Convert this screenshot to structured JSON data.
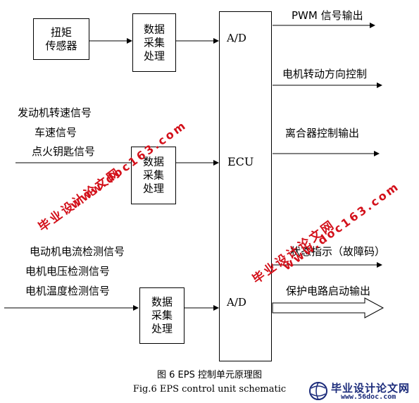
{
  "diagram": {
    "torque_sensor": "扭矩\n传感器",
    "data_processing_1": "数据\n采集\n处理",
    "data_processing_2": "数据\n采集\n处理",
    "data_processing_3": "数据\n采集\n处理",
    "ecu_label": "ECU",
    "ad_top": "A/D",
    "ad_bottom": "A/D",
    "inputs_group1": [
      "发动机转速信号",
      "车速信号",
      "点火钥匙信号"
    ],
    "inputs_group2": [
      "电动机电流检测信号",
      "电机电压检测信号",
      "电机温度检测信号"
    ],
    "outputs": [
      "PWM 信号输出",
      "电机转动方向控制",
      "离合器控制输出",
      "状态指示（故障码）",
      "保护电路启动输出"
    ]
  },
  "caption": {
    "cn": "图 6  EPS 控制单元原理图",
    "en": "Fig.6 EPS control unit schematic"
  },
  "watermarks": {
    "text_cn": "毕业设计论文网",
    "text_url": "www.doc163.com"
  },
  "logo": {
    "title": "毕业设计论文网",
    "url": "www.56doc.com",
    "color": "#1a2a7a"
  }
}
